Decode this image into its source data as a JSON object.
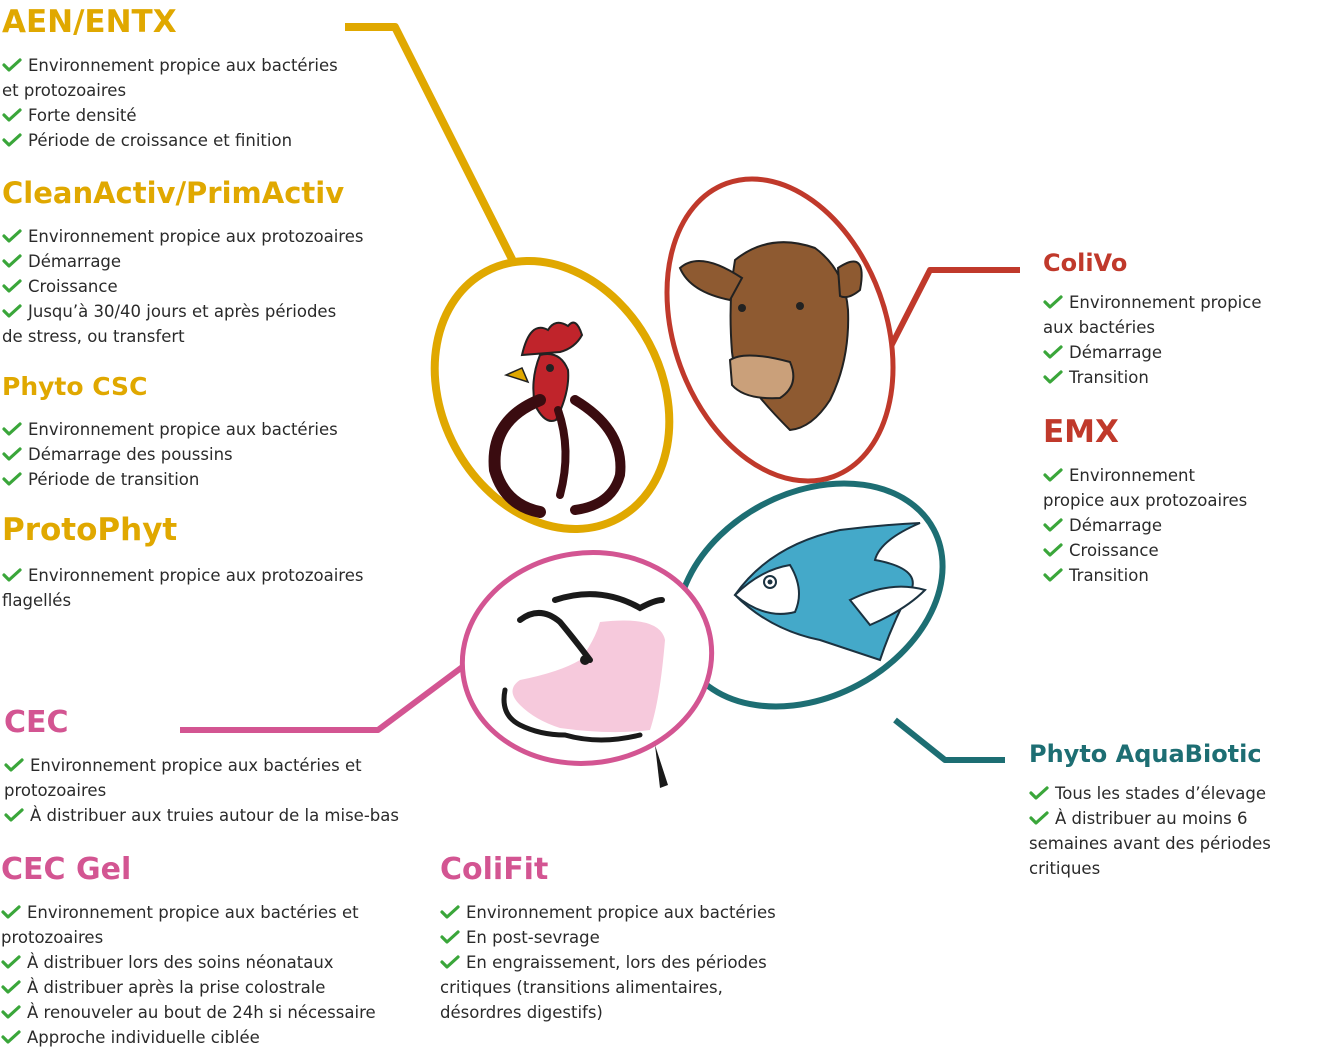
{
  "colors": {
    "poultry": "#e0a800",
    "cattle": "#c0392b",
    "pig": "#d35592",
    "aqua": "#1d6e73",
    "check": "#3aa63a"
  },
  "icons": {
    "poultry_circle": "rooster-icon",
    "cattle_circle": "cow-icon",
    "pig_circle": "pig-icon",
    "aqua_circle": "fish-icon",
    "bullet": "checkmark-icon"
  },
  "poultry": {
    "aen": {
      "title": "AEN/ENTX",
      "items": [
        "Environnement propice aux bactéries\net protozoaires",
        "Forte densité",
        "Période de croissance et finition"
      ]
    },
    "cleanactiv": {
      "title": "CleanActiv/PrimActiv",
      "items": [
        "Environnement propice aux protozoaires",
        "Démarrage",
        "Croissance",
        "Jusqu’à 30/40 jours et après périodes\nde stress, ou transfert"
      ]
    },
    "phytocsc": {
      "title": "Phyto CSC",
      "items": [
        "Environnement propice aux bactéries",
        "Démarrage des poussins",
        "Période de transition"
      ]
    },
    "protophyt": {
      "title": "ProtoPhyt",
      "items": [
        "Environnement propice aux protozoaires\nflagellés"
      ]
    }
  },
  "cattle": {
    "colivo": {
      "title": "ColiVo",
      "items": [
        "Environnement propice\naux bactéries",
        "Démarrage",
        "Transition"
      ]
    },
    "emx": {
      "title": "EMX",
      "items": [
        "Environnement\npropice aux protozoaires",
        "Démarrage",
        "Croissance",
        "Transition"
      ]
    }
  },
  "aqua": {
    "aquabiotic": {
      "title": "Phyto AquaBiotic",
      "items": [
        "Tous les stades d’élevage",
        "À distribuer au moins 6\nsemaines avant des périodes\ncritiques"
      ]
    }
  },
  "pig": {
    "cec": {
      "title": "CEC",
      "items": [
        "Environnement propice aux bactéries et\nprotozoaires",
        "À distribuer aux truies autour de la mise-bas"
      ]
    },
    "cecgel": {
      "title": "CEC Gel",
      "items": [
        "Environnement propice aux bactéries et\nprotozoaires",
        "À distribuer lors des soins néonataux",
        "À distribuer après la prise colostrale",
        "À renouveler au bout de 24h si nécessaire",
        "Approche individuelle ciblée"
      ]
    },
    "colifit": {
      "title": "ColiFit",
      "items": [
        "Environnement propice aux bactéries",
        "En post-sevrage",
        "En engraissement, lors des périodes\ncritiques (transitions alimentaires,\ndésordres digestifs)"
      ]
    }
  }
}
